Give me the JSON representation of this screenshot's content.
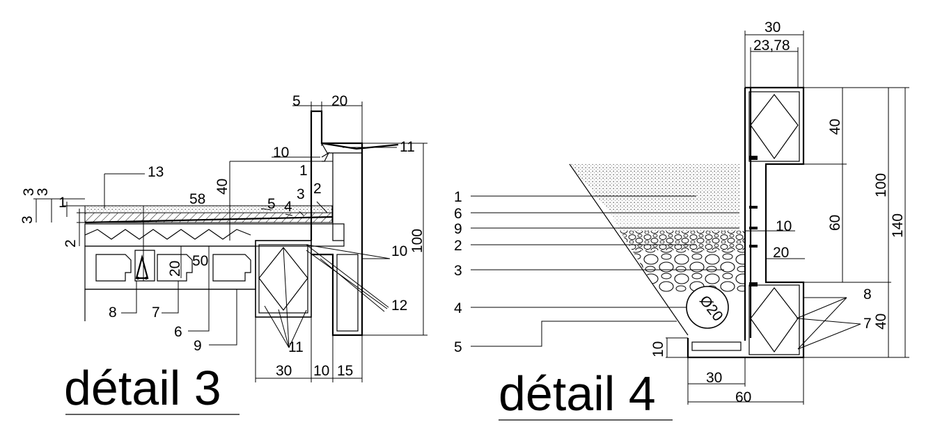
{
  "detail3": {
    "title": "détail 3",
    "dims": {
      "d5": "5",
      "d20": "20",
      "d10top": "10",
      "d40": "40",
      "d58": "58",
      "d100": "100",
      "d3a": "3",
      "d3b": "3",
      "d3c": "3",
      "d1": "1",
      "d2": "2",
      "d50": "50",
      "d20b": "20",
      "d30": "30",
      "d10": "10",
      "d15": "15",
      "d5b": "5",
      "d4": "4",
      "d3d": "3",
      "d2b": "2"
    },
    "labels": {
      "l1": "1",
      "l6": "6",
      "l7": "7",
      "l8": "8",
      "l9": "9",
      "l10": "10",
      "l11a": "11",
      "l11b": "11",
      "l12": "12",
      "l13": "13"
    }
  },
  "detail4": {
    "title": "détail 4",
    "dims": {
      "d30top": "30",
      "d2378": "23,78",
      "d40a": "40",
      "d60": "60",
      "d100": "100",
      "d140": "140",
      "d10": "10",
      "d20": "20",
      "d40b": "40",
      "d10left": "10",
      "d30bot": "30",
      "d60bot": "60",
      "pipe": "Ø20"
    },
    "labels": {
      "l1": "1",
      "l6": "6",
      "l9": "9",
      "l2": "2",
      "l3": "3",
      "l4": "4",
      "l5": "5",
      "l8": "8",
      "l7": "7"
    }
  }
}
